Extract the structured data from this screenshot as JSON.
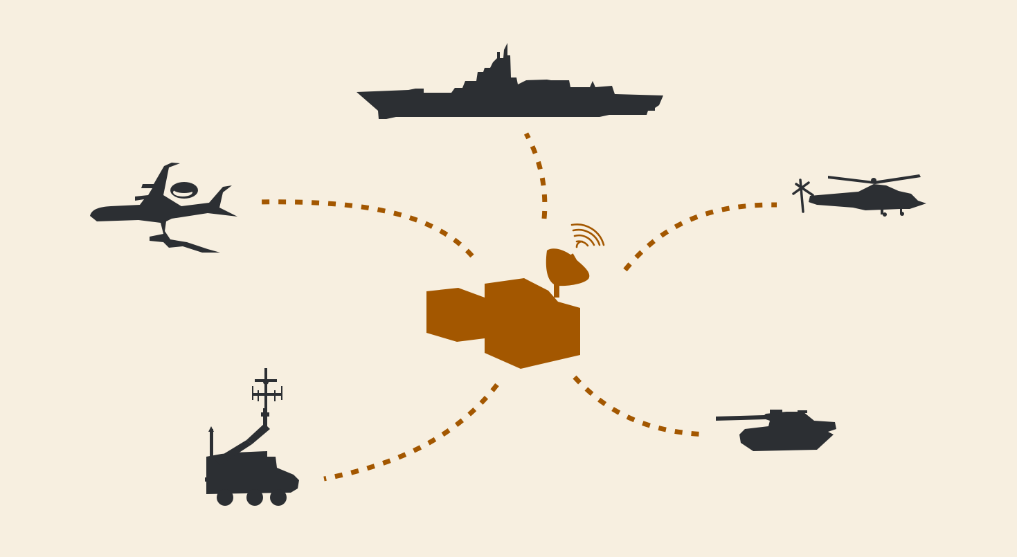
{
  "colors": {
    "background": "#f7efe0",
    "hub": "#a35700",
    "link": "#a35700",
    "unit": "#2c2f33"
  },
  "diagram": {
    "type": "network-hub",
    "hub": {
      "icon": "satellite-ground-station-icon",
      "signal": "wifi-signal-icon"
    },
    "nodes": [
      {
        "id": "warship",
        "icon": "warship-icon"
      },
      {
        "id": "awacs-aircraft",
        "icon": "awacs-aircraft-icon"
      },
      {
        "id": "attack-helicopter",
        "icon": "attack-helicopter-icon"
      },
      {
        "id": "mobile-antenna-truck",
        "icon": "antenna-truck-icon"
      },
      {
        "id": "battle-tank",
        "icon": "tank-icon"
      }
    ],
    "links": [
      {
        "from": "hub",
        "to": "warship"
      },
      {
        "from": "hub",
        "to": "awacs-aircraft"
      },
      {
        "from": "hub",
        "to": "attack-helicopter"
      },
      {
        "from": "hub",
        "to": "mobile-antenna-truck"
      },
      {
        "from": "hub",
        "to": "battle-tank"
      }
    ]
  }
}
